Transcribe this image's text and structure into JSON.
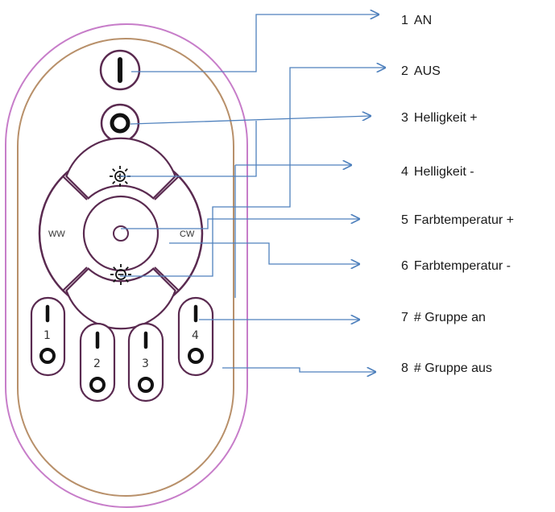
{
  "colors": {
    "outer_shell": "#c77dc9",
    "inner_shell": "#b8906a",
    "button_outline": "#5a2a50",
    "button_fill": "#ffffff",
    "glyph": "#111111",
    "leader_line": "#4f81bd"
  },
  "remote": {
    "buttons": [
      {
        "id": "on",
        "icon": "power-on-icon"
      },
      {
        "id": "off",
        "icon": "power-off-icon"
      },
      {
        "id": "brightness-up",
        "icon": "sun-plus-icon"
      },
      {
        "id": "brightness-down",
        "icon": "sun-minus-icon"
      },
      {
        "id": "center",
        "icon": "ring-icon"
      }
    ],
    "ww_label": "WW",
    "cw_label": "CW",
    "groups": [
      {
        "number": "1"
      },
      {
        "number": "2"
      },
      {
        "number": "3"
      },
      {
        "number": "4"
      }
    ]
  },
  "callouts": [
    {
      "number": "1",
      "text": "AN"
    },
    {
      "number": "2",
      "text": "AUS"
    },
    {
      "number": "3",
      "text": "Helligkeit +"
    },
    {
      "number": "4",
      "text": "Helligkeit -"
    },
    {
      "number": "5",
      "text": "Farbtemperatur +"
    },
    {
      "number": "6",
      "text": "Farbtemperatur -"
    },
    {
      "number": "7",
      "text": "# Gruppe an"
    },
    {
      "number": "8",
      "text": "# Gruppe aus"
    }
  ]
}
